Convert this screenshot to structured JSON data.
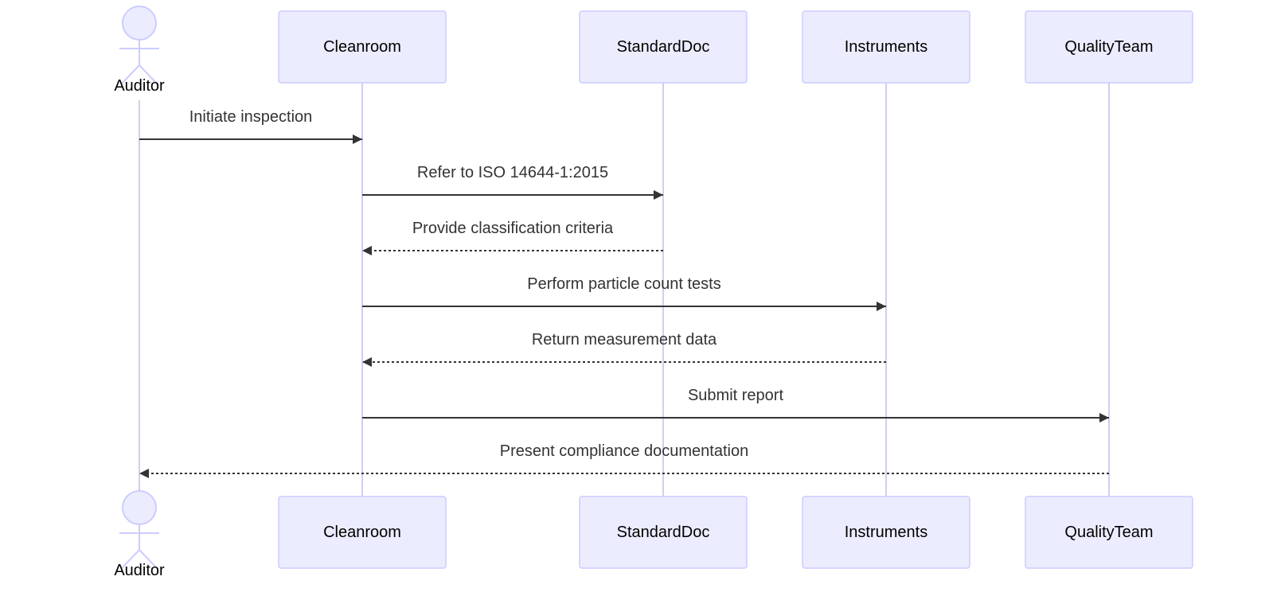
{
  "diagram": {
    "type": "sequence",
    "colors": {
      "participant_fill": "#ECECFF",
      "participant_stroke": "#CCCCFF",
      "lifeline": "#D6CCF0",
      "arrow": "#333333",
      "text": "#333333"
    },
    "participants": [
      {
        "id": "auditor",
        "label": "Auditor",
        "kind": "actor"
      },
      {
        "id": "cleanroom",
        "label": "Cleanroom",
        "kind": "box"
      },
      {
        "id": "standarddoc",
        "label": "StandardDoc",
        "kind": "box"
      },
      {
        "id": "instruments",
        "label": "Instruments",
        "kind": "box"
      },
      {
        "id": "qualityteam",
        "label": "QualityTeam",
        "kind": "box"
      }
    ],
    "messages": [
      {
        "from": "auditor",
        "to": "cleanroom",
        "label": "Initiate inspection",
        "style": "solid"
      },
      {
        "from": "cleanroom",
        "to": "standarddoc",
        "label": "Refer to ISO 14644-1:2015",
        "style": "solid"
      },
      {
        "from": "standarddoc",
        "to": "cleanroom",
        "label": "Provide classification criteria",
        "style": "dashed"
      },
      {
        "from": "cleanroom",
        "to": "instruments",
        "label": "Perform particle count tests",
        "style": "solid"
      },
      {
        "from": "instruments",
        "to": "cleanroom",
        "label": "Return measurement data",
        "style": "dashed"
      },
      {
        "from": "cleanroom",
        "to": "qualityteam",
        "label": "Submit report",
        "style": "solid"
      },
      {
        "from": "qualityteam",
        "to": "auditor",
        "label": "Present compliance documentation",
        "style": "dashed"
      }
    ]
  }
}
